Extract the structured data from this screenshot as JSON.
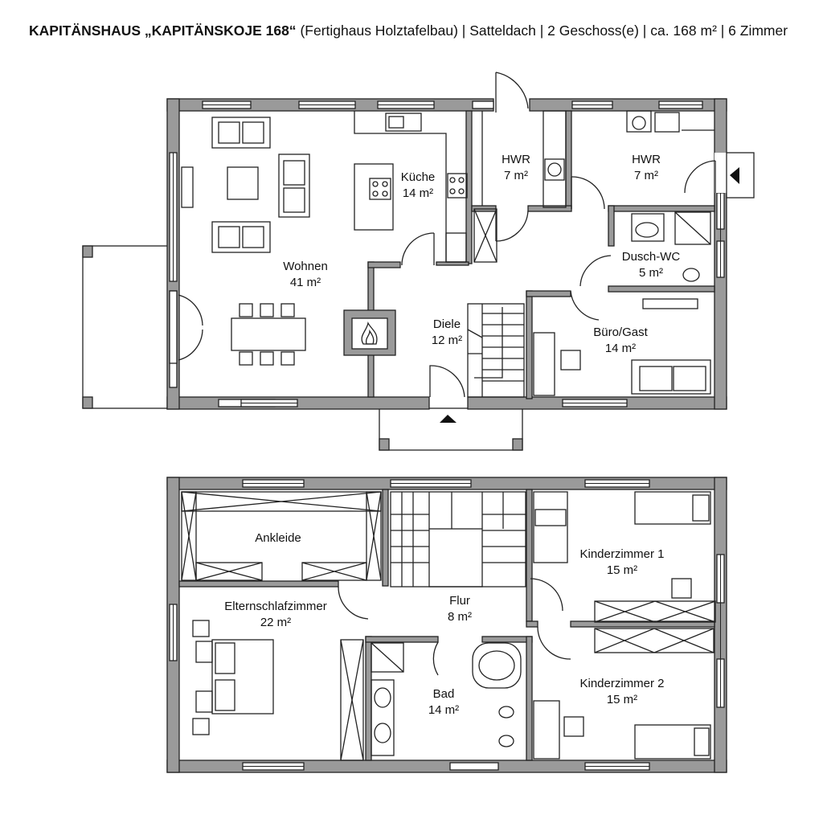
{
  "title": {
    "name": "KAPITÄNSHAUS „KAPITÄNSKOJE 168“",
    "details": "(Fertighaus Holztafelbau) | Satteldach | 2 Geschoss(e) | ca. 168 m² | 6 Zimmer"
  },
  "floors": [
    {
      "rooms": [
        {
          "name": "Wohnen",
          "area": "41 m²"
        },
        {
          "name": "Küche",
          "area": "14 m²"
        },
        {
          "name": "HWR",
          "area": "7 m²"
        },
        {
          "name": "HWR",
          "area": "7 m²"
        },
        {
          "name": "Dusch-WC",
          "area": "5 m²"
        },
        {
          "name": "Diele",
          "area": "12 m²"
        },
        {
          "name": "Büro/Gast",
          "area": "14 m²"
        }
      ]
    },
    {
      "rooms": [
        {
          "name": "Ankleide",
          "area": ""
        },
        {
          "name": "Elternschlafzimmer",
          "area": "22 m²"
        },
        {
          "name": "Flur",
          "area": "8 m²"
        },
        {
          "name": "Bad",
          "area": "14 m²"
        },
        {
          "name": "Kinderzimmer 1",
          "area": "15 m²"
        },
        {
          "name": "Kinderzimmer 2",
          "area": "15 m²"
        }
      ]
    }
  ],
  "colors": {
    "wall": "#9a9a9a",
    "line": "#222222",
    "background": "#ffffff"
  },
  "icons": [
    "fireplace-icon",
    "entrance-arrow-icon"
  ]
}
